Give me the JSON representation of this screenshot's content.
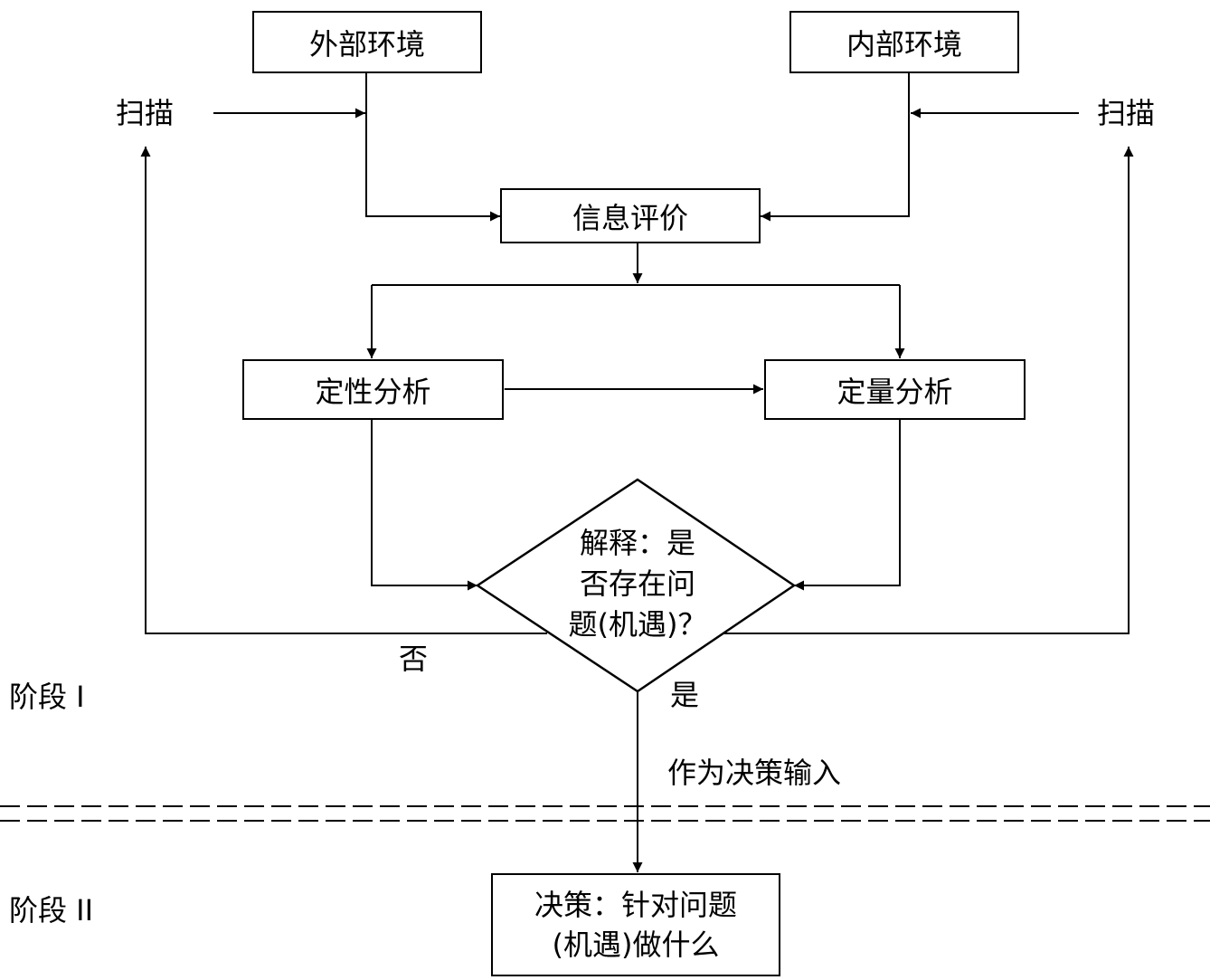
{
  "boxes": {
    "external_env": "外部环境",
    "internal_env": "内部环境",
    "info_eval": "信息评价",
    "qualitative": "定性分析",
    "quantitative": "定量分析"
  },
  "labels": {
    "scan_left": "扫描",
    "scan_right": "扫描",
    "no": "否",
    "yes": "是",
    "stage1": "阶段 I",
    "stage2": "阶段 II",
    "decision_input": "作为决策输入"
  },
  "diamond": {
    "line1": "解释：是",
    "line2": "否存在问",
    "line3": "题(机遇)？"
  },
  "final": {
    "line1": "决策：针对问题",
    "line2": "(机遇)做什么"
  }
}
